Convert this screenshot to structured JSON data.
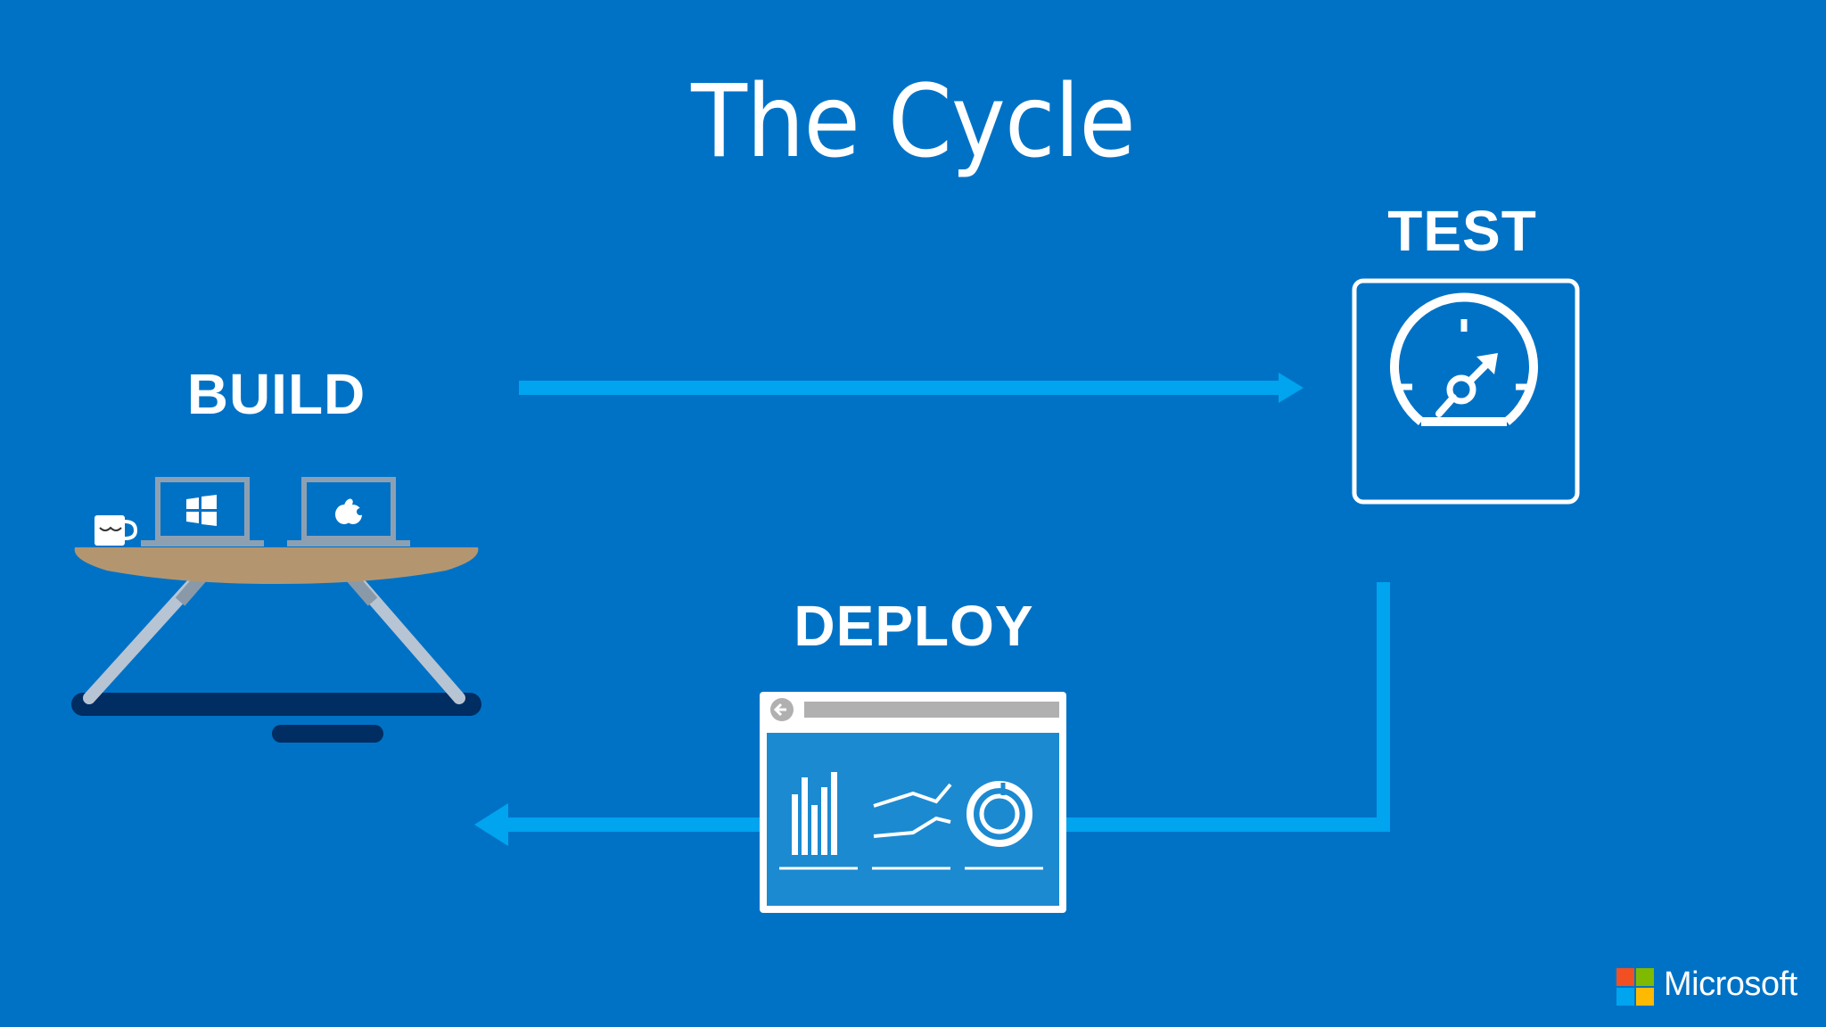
{
  "slide": {
    "title": "The Cycle",
    "background_color": "#0072C6",
    "accent_color": "#00A4EF"
  },
  "stages": {
    "build": {
      "label": "BUILD",
      "icon": "desk-with-laptops-icon"
    },
    "test": {
      "label": "TEST",
      "icon": "speedometer-icon"
    },
    "deploy": {
      "label": "DEPLOY",
      "icon": "dashboard-window-icon"
    }
  },
  "flow": [
    {
      "from": "BUILD",
      "to": "TEST"
    },
    {
      "from": "TEST",
      "to": "DEPLOY"
    },
    {
      "from": "DEPLOY",
      "to": "BUILD"
    }
  ],
  "brand": {
    "name": "Microsoft",
    "logo_colors": [
      "#F25022",
      "#7FBA00",
      "#00A4EF",
      "#FFB900"
    ]
  }
}
